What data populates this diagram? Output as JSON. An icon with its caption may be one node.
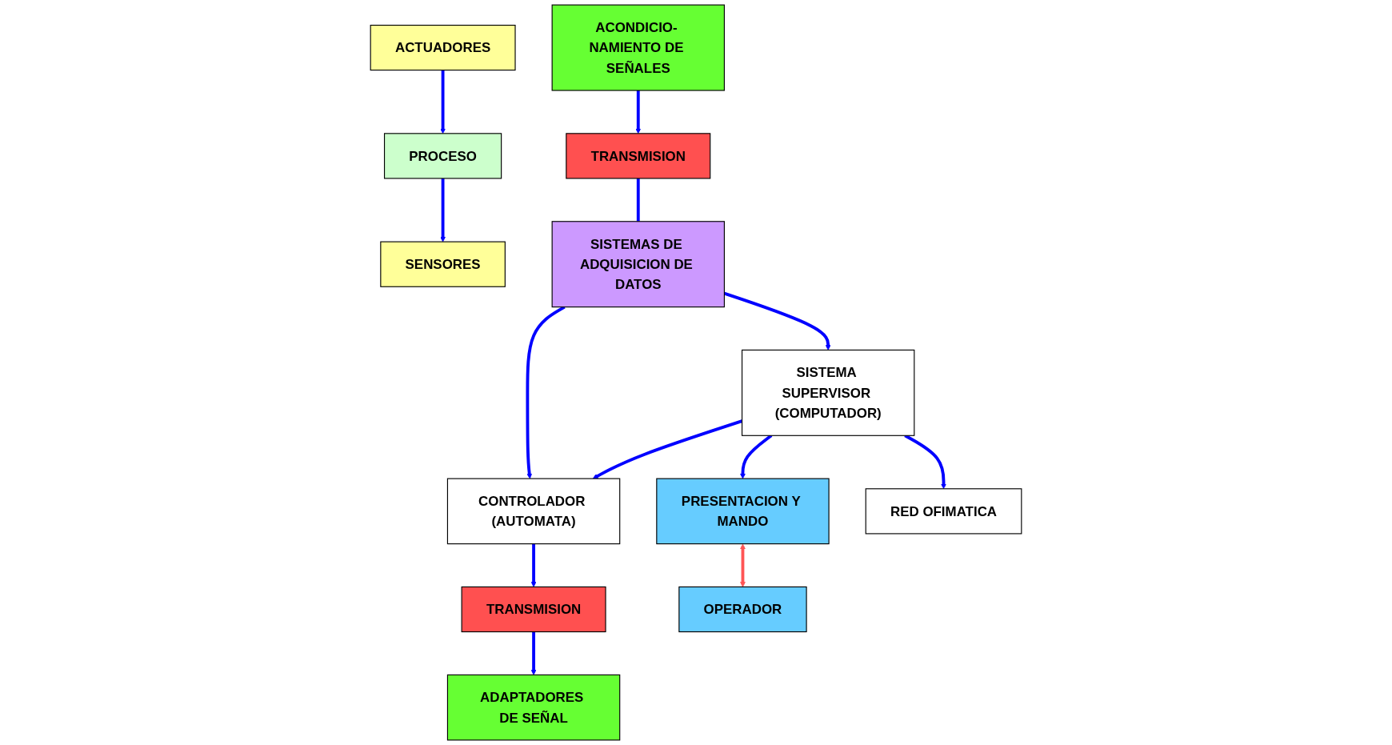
{
  "diagram": {
    "nodes": [
      {
        "text": [
          "ADAPTADORES DE SEÑAL"
        ]
      },
      {
        "text": [
          "ACTUADORES"
        ]
      },
      {
        "text": [
          "PROCESO"
        ]
      },
      {
        "text": [
          "SENSORES"
        ]
      },
      {
        "text": [
          "ACONDICIO- NAMIENTO DE SEÑALES"
        ]
      },
      {
        "text": [
          "TRANSMISION"
        ]
      },
      {
        "text": [
          "TRANSMISION"
        ]
      },
      {
        "text": [
          "SISTEMAS DE ADQUISICION DE DATOS"
        ]
      },
      {
        "text": [
          "CONTROLADOR (AUTOMATA)"
        ]
      },
      {
        "text": [
          "SISTEMA SUPERVISOR (COMPUTADOR)"
        ]
      },
      {
        "text": [
          "PRESENTACION Y MANDO"
        ]
      },
      {
        "text": [
          "RED OFIMATICA"
        ]
      },
      {
        "text": [
          "OPERADOR"
        ]
      }
    ],
    "edges": [
      {
        "from": 1,
        "to": 2,
        "arrow": "to"
      },
      {
        "from": 2,
        "to": 3,
        "arrow": "to"
      },
      {
        "from": 4,
        "to": 6,
        "arrow": "to"
      },
      {
        "from": 6,
        "to": 7,
        "arrow": "none"
      },
      {
        "from": 7,
        "to": 8,
        "arrow": "to"
      },
      {
        "from": 7,
        "to": 9,
        "arrow": "to"
      },
      {
        "from": 9,
        "to": 8,
        "arrow": "to"
      },
      {
        "from": 9,
        "to": 10,
        "arrow": "to"
      },
      {
        "from": 9,
        "to": 11,
        "arrow": "to"
      },
      {
        "from": 8,
        "to": 5,
        "arrow": "to"
      },
      {
        "from": 5,
        "to": 0,
        "arrow": "to"
      },
      {
        "from": 10,
        "to": 12,
        "arrow": "both",
        "color": "#ff5555"
      }
    ]
  }
}
